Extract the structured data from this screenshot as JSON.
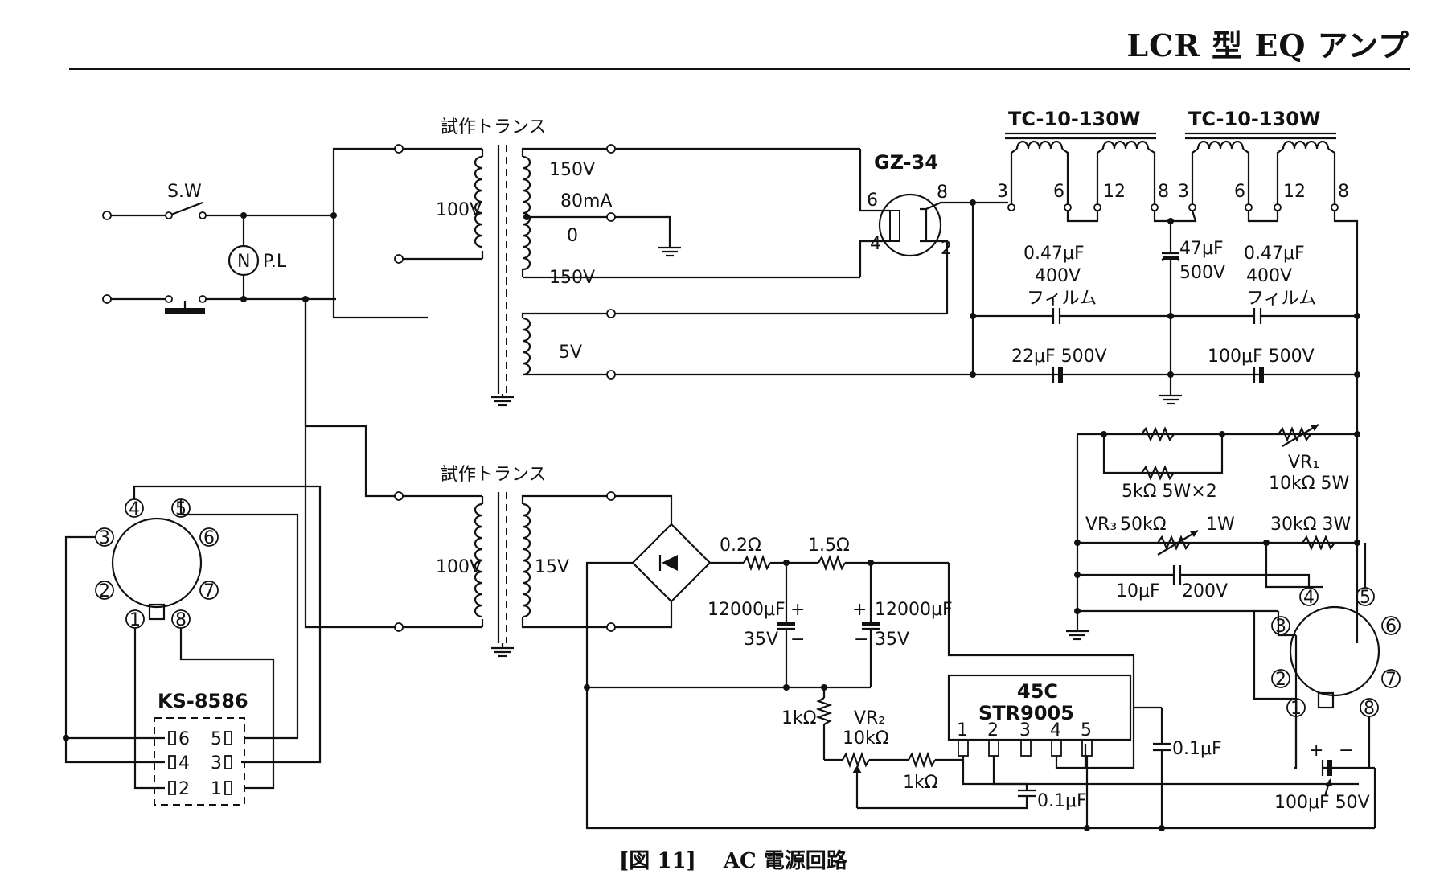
{
  "header": {
    "title": "LCR 型 EQ アンプ"
  },
  "caption": {
    "fig_no": "[図 11]",
    "title": "AC 電源回路"
  },
  "switch": {
    "label": "S.W"
  },
  "pilot": {
    "symbol": "N",
    "label": "P.L"
  },
  "trans1": {
    "title": "試作トランス",
    "primary": "100V",
    "sec_hi": "150V",
    "sec_ma": "80mA",
    "sec_zero": "0",
    "sec_lo": "150V",
    "sec_fil": "5V"
  },
  "trans2": {
    "title": "試作トランス",
    "primary": "100V",
    "secondary": "15V"
  },
  "rectifier": {
    "name": "GZ-34",
    "pin6": "6",
    "pin8": "8",
    "pin4": "4",
    "pin2": "2"
  },
  "choke1": {
    "name": "TC-10-130W",
    "p3": "3",
    "p6": "6",
    "p12": "12",
    "p8": "8"
  },
  "choke2": {
    "name": "TC-10-130W",
    "p3": "3",
    "p6": "6",
    "p12": "12",
    "p8": "8"
  },
  "caps_hv": {
    "c1": "0.47μF",
    "c1v": "400V",
    "c1t": "フィルム",
    "c2": "47μF",
    "c2v": "500V",
    "c3": "0.47μF",
    "c3v": "400V",
    "c3t": "フィルム",
    "c4": "22μF 500V",
    "c5": "100μF 500V"
  },
  "divider": {
    "r1": "5kΩ 5W×2",
    "vr1_name": "VR₁",
    "vr1": "10kΩ 5W",
    "vr3_name": "VR₃",
    "vr3": "50kΩ",
    "vr3_w": "1W",
    "r2": "30kΩ 3W",
    "c": "10μF",
    "cv": "200V"
  },
  "lv": {
    "r1": "0.2Ω",
    "r2": "1.5Ω",
    "c1": "12000μF",
    "c1v": "35V",
    "c2": "12000μF",
    "c2v": "35V",
    "r3": "1kΩ",
    "vr2_name": "VR₂",
    "vr2": "10kΩ",
    "r4": "1kΩ",
    "c3": "0.1μF",
    "c4": "0.1μF",
    "c5": "100μF 50V"
  },
  "regulator": {
    "line1": "45C",
    "line2": "STR9005",
    "pins": [
      "1",
      "2",
      "3",
      "4",
      "5"
    ]
  },
  "socket_left": {
    "pins": [
      "1",
      "2",
      "3",
      "4",
      "5",
      "6",
      "7",
      "8"
    ]
  },
  "socket_right": {
    "pins": [
      "1",
      "2",
      "3",
      "4",
      "5",
      "6",
      "7",
      "8"
    ]
  },
  "connector": {
    "name": "KS-8586",
    "left_pins": [
      "6",
      "4",
      "2"
    ],
    "right_pins": [
      "5",
      "3",
      "1"
    ]
  }
}
